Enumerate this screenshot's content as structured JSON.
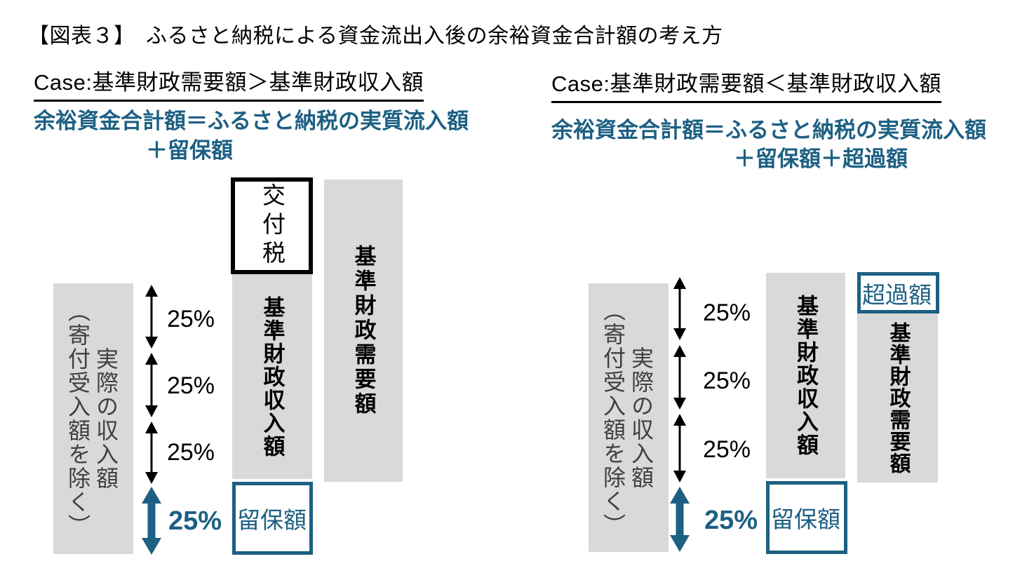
{
  "title": "【図表３】　ふるさと納税による資金流出入後の余裕資金合計額の考え方",
  "colors": {
    "accent_teal": "#1d6083",
    "bar_gray": "#d9d9d9",
    "text_black": "#000000"
  },
  "left_panel": {
    "case_label": "Case:基準財政需要額＞基準財政収入額",
    "formula_line1": "余裕資金合計額＝ふるさと納税の実質流入額",
    "formula_line2": "＋留保額",
    "actual_bar_label_main": "実際の収入額",
    "actual_bar_label_paren": "（寄付受入額を除く）",
    "percent_labels": [
      "25%",
      "25%",
      "25%"
    ],
    "retained_percent": "25%",
    "grant_box_label": "交付税",
    "revenue_bar_label": "基準財政収入額",
    "retained_box_label": "留保額",
    "demand_bar_label": "基準財政需要額"
  },
  "right_panel": {
    "case_label": "Case:基準財政需要額＜基準財政収入額",
    "formula_line1": "余裕資金合計額＝ふるさと納税の実質流入額",
    "formula_line2": "＋留保額＋超過額",
    "actual_bar_label_main": "実際の収入額",
    "actual_bar_label_paren": "（寄付受入額を除く）",
    "percent_labels": [
      "25%",
      "25%",
      "25%"
    ],
    "retained_percent": "25%",
    "excess_box_label": "超過額",
    "revenue_bar_label": "基準財政収入額",
    "retained_box_label": "留保額",
    "demand_bar_label": "基準財政需要額"
  }
}
